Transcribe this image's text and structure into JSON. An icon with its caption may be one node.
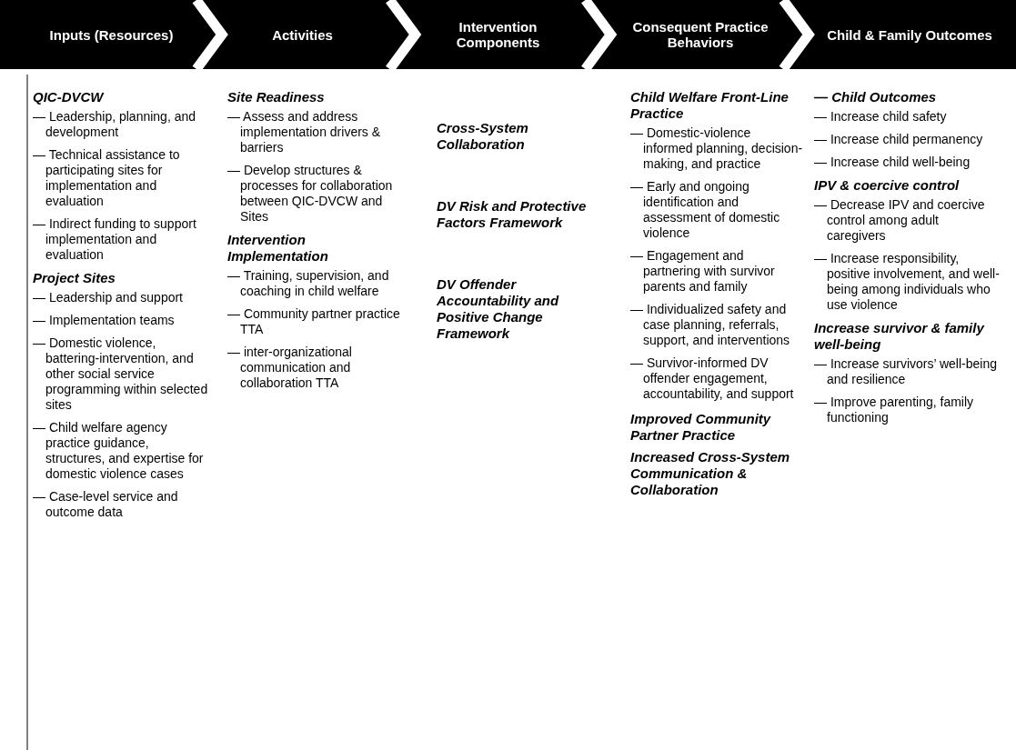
{
  "diagram": {
    "nodes": [
      {
        "text": [
          "Inputs (Resources)"
        ]
      },
      {
        "text": [
          "Activities"
        ]
      },
      {
        "text": [
          "Intervention Components"
        ]
      },
      {
        "text": [
          "Consequent Practice Behaviors"
        ]
      },
      {
        "text": [
          "Child & Family Outcomes"
        ]
      }
    ],
    "edges": [
      {
        "from": 0,
        "to": 1,
        "arrow": "to"
      },
      {
        "from": 1,
        "to": 2,
        "arrow": "to"
      },
      {
        "from": 2,
        "to": 3,
        "arrow": "to"
      },
      {
        "from": 3,
        "to": 4,
        "arrow": "to"
      }
    ],
    "labels": [
      "QIC-DVCW",
      "— Leadership, planning, and development",
      "— Technical assistance to participating sites for implementation and evaluation",
      "— Indirect funding to support implementation and evaluation",
      "Project Sites",
      "— Leadership and support",
      "— Implementation teams",
      "— Domestic violence, battering-intervention, and other social service programming within selected sites",
      "— Child welfare agency practice guidance, structures, and expertise for domestic violence cases",
      "— Case-level service and outcome data",
      "Site Readiness",
      "— Assess and address implementation drivers & barriers",
      "— Develop structures & processes for collaboration between QIC-DVCW and Sites",
      "Intervention Implementation",
      "— Training, supervision, and coaching in child welfare",
      "— Community partner practice TTA",
      "— inter-organizational communication and collaboration TTA",
      "Cross-System Collaboration",
      "DV Risk and Protective Factors Framework",
      "DV Offender Accountability and Positive Change Framework",
      "Child Welfare Front-Line Practice",
      "— Domestic-violence informed planning, decision-making, and practice",
      "— Early and ongoing identification and assessment of domestic violence",
      "— Engagement and partnering with survivor parents and family",
      "— Individualized safety and case planning, referrals, support, and interventions",
      "— Survivor-informed DV offender engagement, accountability, and support",
      "Improved Community Partner Practice",
      "Increased Cross-System Communication & Collaboration",
      "— Child Outcomes",
      "— Increase child safety",
      "— Increase child permanency",
      "— Increase child well-being",
      "IPV & coercive control",
      "— Decrease IPV and coercive control among adult caregivers",
      "— Increase responsibility, positive involvement, and well-being among individuals who use violence",
      "Increase survivor & family well-being",
      "— Increase survivors’ well-being and resilience",
      "— Improve parenting, family functioning"
    ]
  }
}
